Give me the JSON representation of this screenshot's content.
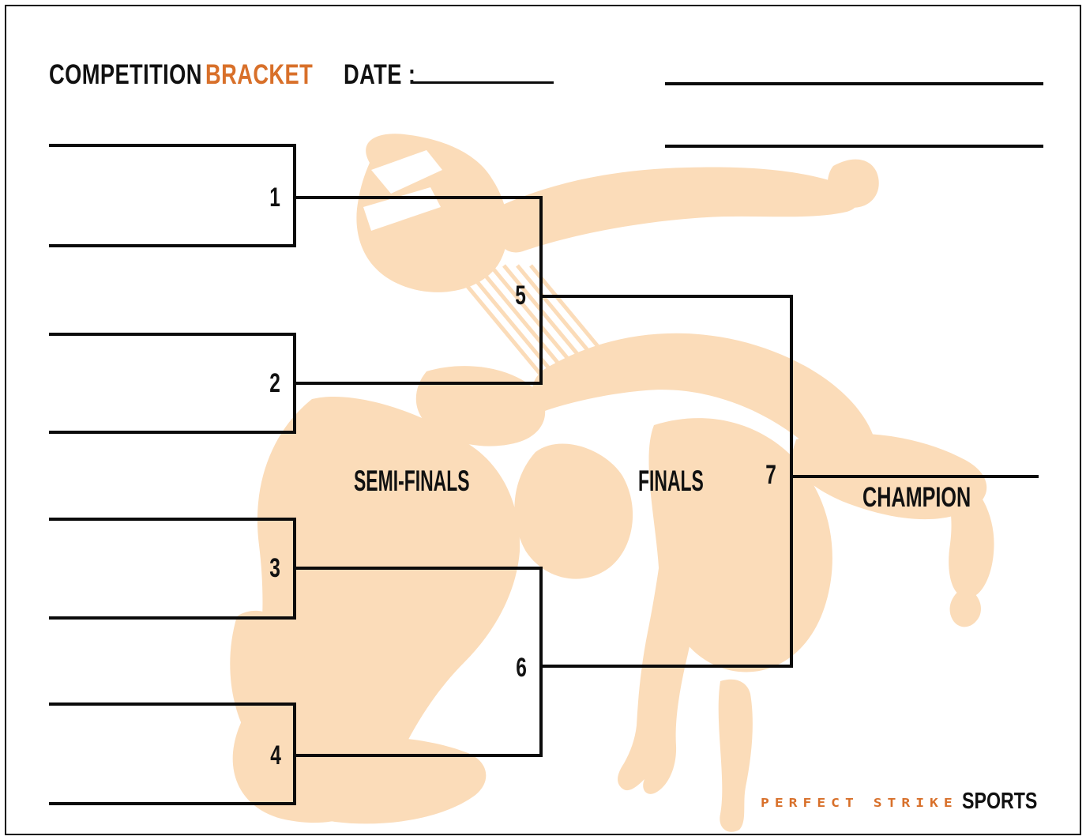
{
  "header": {
    "title_black": "COMPETITION",
    "title_orange": "BRACKET",
    "date_label": "DATE :"
  },
  "bracket": {
    "match_numbers": [
      "1",
      "2",
      "3",
      "4",
      "5",
      "6",
      "7"
    ],
    "labels": {
      "semifinals": "SEMI-FINALS",
      "finals": "FINALS",
      "champion": "CHAMPION"
    }
  },
  "footer": {
    "brand": "PERFECT STRIKE",
    "brand_suffix": "SPORTS"
  },
  "colors": {
    "accent_orange": "#D8702A",
    "watermark_peach": "#FBDCB9",
    "line_black": "#0B0B0B"
  }
}
